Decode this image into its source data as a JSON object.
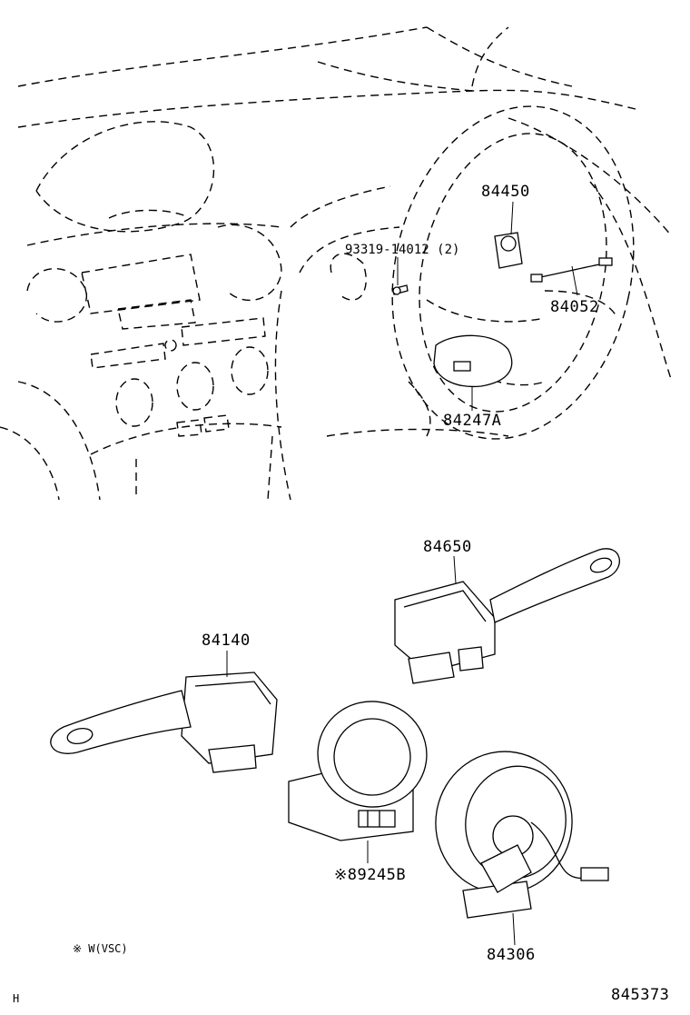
{
  "diagram": {
    "parts": {
      "p84450": "84450",
      "p93319": "93319-14012 (2)",
      "p84052": "84052",
      "p84247a": "84247A",
      "p84650": "84650",
      "p84140": "84140",
      "p89245b": "※89245B",
      "p84306": "84306"
    },
    "note": "※ W(VSC)",
    "corner_mark": "H",
    "figure_number": "845373"
  }
}
